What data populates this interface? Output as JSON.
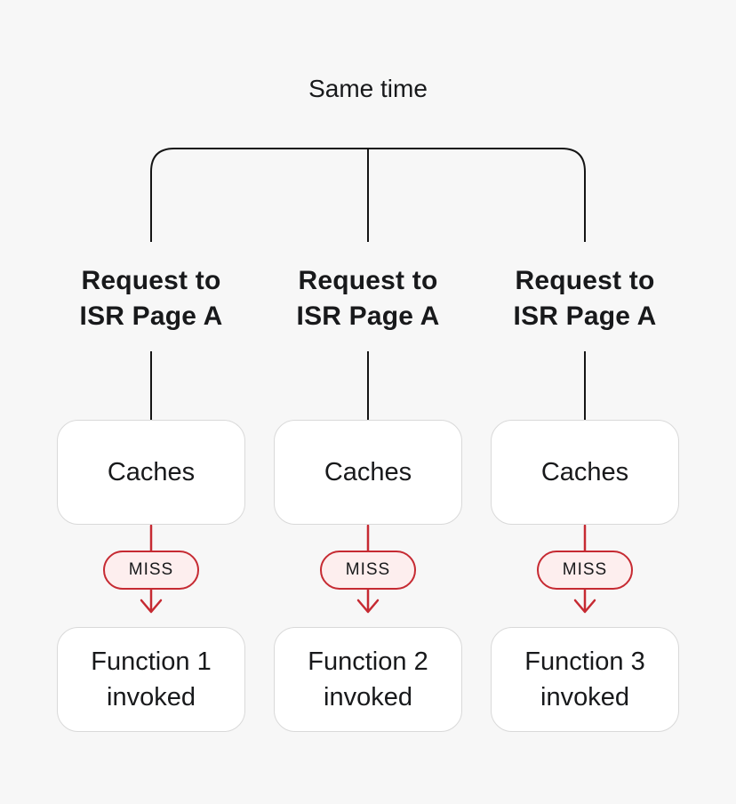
{
  "title": "Same time",
  "colors": {
    "bg": "#f7f7f7",
    "line": "#151515",
    "text": "#18191b",
    "box_border": "#d9d9d9",
    "box_bg": "#ffffff",
    "red": "#c62a32",
    "pill_bg": "#fdeeee"
  },
  "columns": [
    {
      "request_line1": "Request to",
      "request_line2": "ISR Page A",
      "cache_label": "Caches",
      "status_label": "MISS",
      "function_line1": "Function 1",
      "function_line2": "invoked"
    },
    {
      "request_line1": "Request to",
      "request_line2": "ISR Page A",
      "cache_label": "Caches",
      "status_label": "MISS",
      "function_line1": "Function 2",
      "function_line2": "invoked"
    },
    {
      "request_line1": "Request to",
      "request_line2": "ISR Page A",
      "cache_label": "Caches",
      "status_label": "MISS",
      "function_line1": "Function 3",
      "function_line2": "invoked"
    }
  ]
}
